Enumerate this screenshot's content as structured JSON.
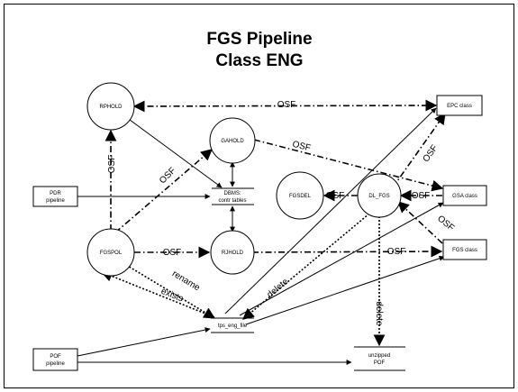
{
  "title": {
    "line1": "FGS Pipeline",
    "line2": "Class ENG"
  },
  "nodes": {
    "rphold": "RPHOLD",
    "gahold": "GAHOLD",
    "dbms": [
      "DBMS:",
      "contr tables"
    ],
    "fgsdel": "FGSDEL",
    "dl_fgs": "DL_FGS",
    "fgspol": "FGSPOL",
    "rjhold": "RJHOLD",
    "pdr_pipeline": [
      "PDR",
      "pipeline"
    ],
    "epc_class": "EPC class",
    "gsa_class": "GSA class",
    "fgs_class": "FGS class",
    "tps_eng_file": "tps_eng_file",
    "pof_pipeline": [
      "POF",
      "pipeline"
    ],
    "unzipped_pof": [
      "unzipped",
      "POF"
    ]
  },
  "edge_labels": {
    "osf_rphold_epc": "OSF",
    "osf_fgspol_rphold": "OSF",
    "osf_fgspol_gahold": "OSF",
    "osf_gahold_gsa": "OSF",
    "osf_dlfgs_epc": "OSF",
    "osf_gsa_dlfgs": "OSF",
    "osf_dlfgs_fgsdel": "OSF",
    "osf_fgs_dlfgs": "OSF",
    "osf_fgspol_rjhold": "OSF",
    "osf_rjhold_fgs": "OSF",
    "rename": "rename",
    "exists": "exists",
    "delete_tps": "delete",
    "delete_pof": "delete"
  }
}
